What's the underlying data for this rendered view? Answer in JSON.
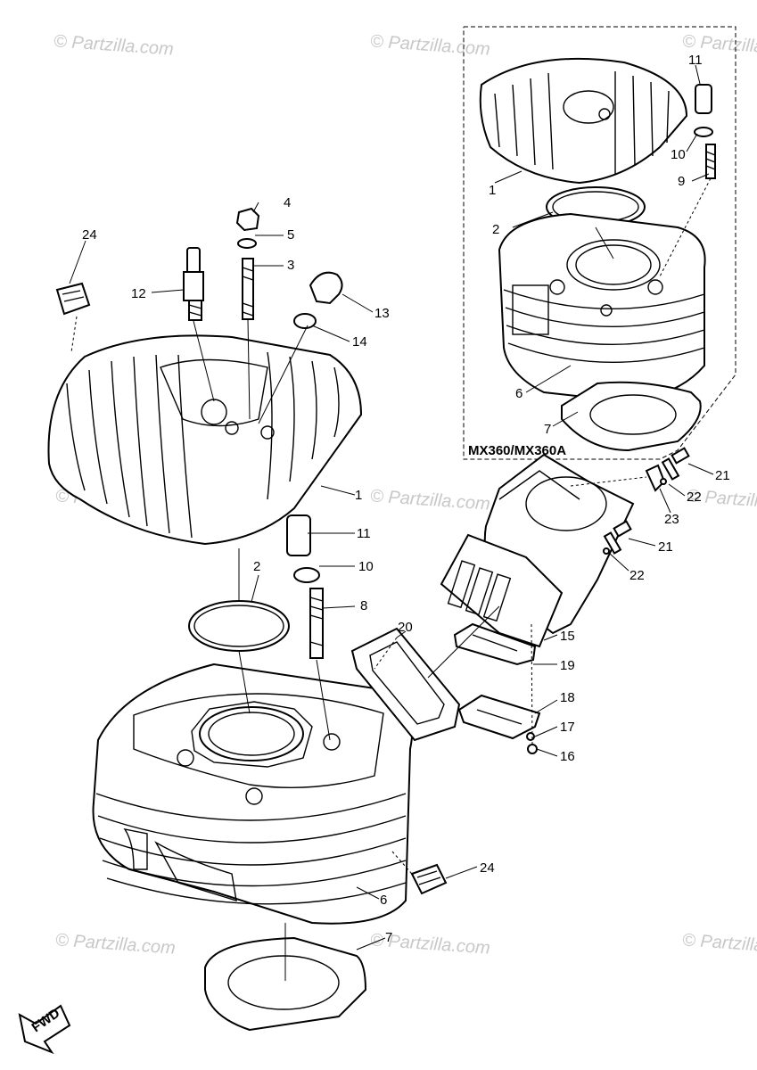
{
  "watermark": "© Partzilla.com",
  "inset_title": "MX360/MX360A",
  "fwd_label": "FWD",
  "labels": {
    "p1": "1",
    "p2": "2",
    "p3": "3",
    "p4": "4",
    "p5": "5",
    "p6": "6",
    "p7": "7",
    "p8": "8",
    "p9": "9",
    "p10": "10",
    "p11": "11",
    "p12": "12",
    "p13": "13",
    "p14": "14",
    "p15": "15",
    "p16": "16",
    "p17": "17",
    "p18": "18",
    "p19": "19",
    "p20": "20",
    "p21": "21",
    "p22": "22",
    "p23": "23",
    "p24": "24"
  }
}
